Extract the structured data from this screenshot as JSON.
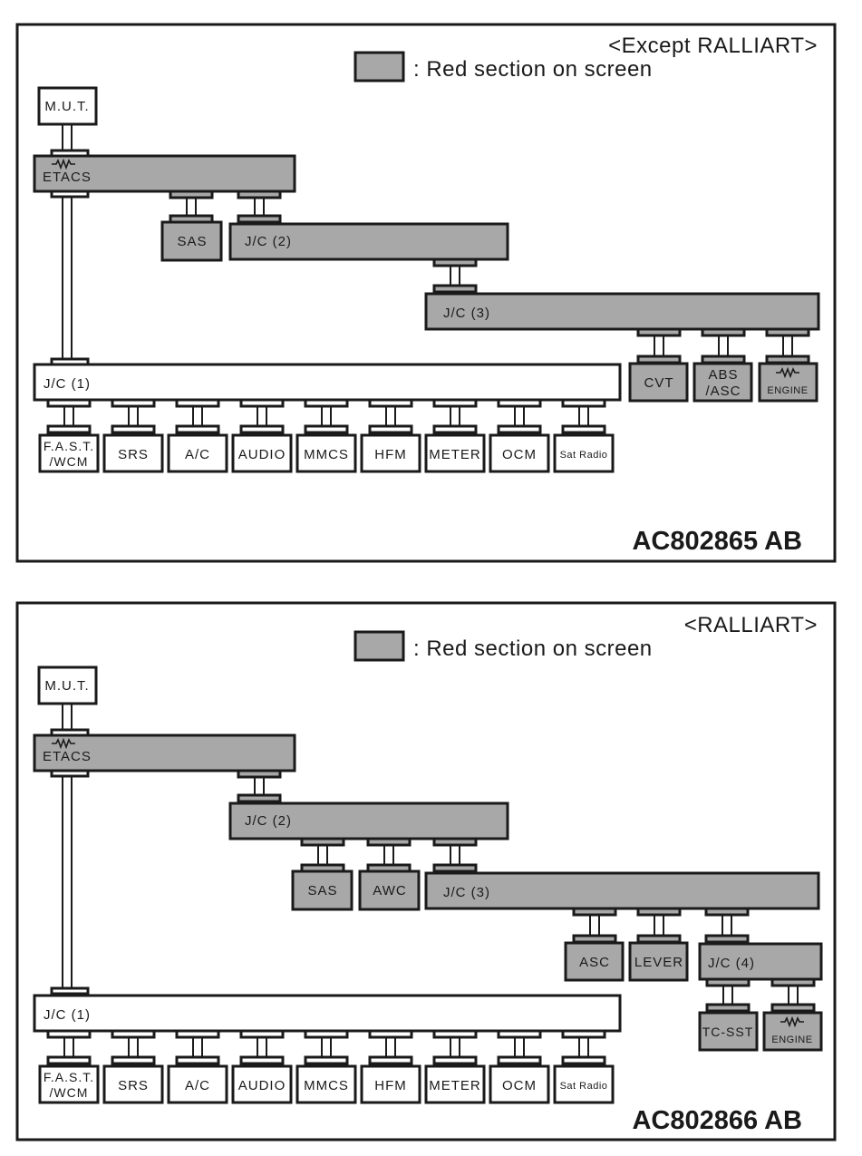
{
  "panel1": {
    "variant": "<Except RALLIART>",
    "legend": ": Red section on screen",
    "code": "AC802865 AB",
    "mut": "M.U.T.",
    "etacs": "ETACS",
    "sas": "SAS",
    "jc2": "J/C (2)",
    "jc3": "J/C (3)",
    "jc1": "J/C (1)",
    "cvt": "CVT",
    "abs1": "ABS",
    "abs2": "/ASC",
    "engine": "ENGINE",
    "bottom": {
      "fast1": "F.A.S.T.",
      "fast2": "/WCM",
      "srs": "SRS",
      "ac": "A/C",
      "audio": "AUDIO",
      "mmcs": "MMCS",
      "hfm": "HFM",
      "meter": "METER",
      "ocm": "OCM",
      "satradio": "Sat Radio"
    }
  },
  "panel2": {
    "variant": "<RALLIART>",
    "legend": ": Red section on screen",
    "code": "AC802866 AB",
    "mut": "M.U.T.",
    "etacs": "ETACS",
    "jc2": "J/C (2)",
    "sas": "SAS",
    "awc": "AWC",
    "jc3": "J/C (3)",
    "asc": "ASC",
    "lever": "LEVER",
    "jc4": "J/C (4)",
    "tcsst": "TC-SST",
    "engine": "ENGINE",
    "jc1": "J/C (1)",
    "bottom": {
      "fast1": "F.A.S.T.",
      "fast2": "/WCM",
      "srs": "SRS",
      "ac": "A/C",
      "audio": "AUDIO",
      "mmcs": "MMCS",
      "hfm": "HFM",
      "meter": "METER",
      "ocm": "OCM",
      "satradio": "Sat Radio"
    }
  },
  "colors": {
    "gray_section": "#a8a8a8",
    "line": "#1a1a1a"
  }
}
